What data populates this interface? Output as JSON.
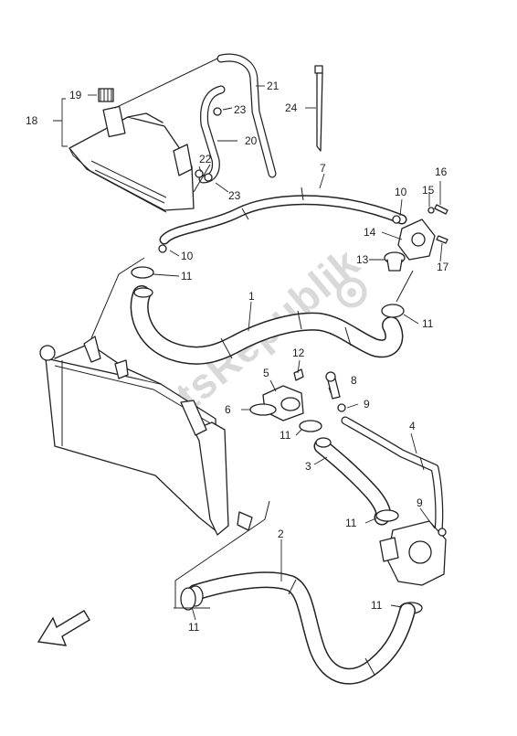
{
  "watermark": "PartsRepublik",
  "labels": {
    "l1": "1",
    "l2": "2",
    "l3": "3",
    "l4": "4",
    "l5": "5",
    "l6": "6",
    "l7": "7",
    "l8": "8",
    "l9a": "9",
    "l9b": "9",
    "l10a": "10",
    "l10b": "10",
    "l11a": "11",
    "l11b": "11",
    "l11c": "11",
    "l11d": "11",
    "l11e": "11",
    "l11f": "11",
    "l12": "12",
    "l13": "13",
    "l14": "14",
    "l15": "15",
    "l16": "16",
    "l17": "17",
    "l18": "18",
    "l19": "19",
    "l20": "20",
    "l21": "21",
    "l22": "22",
    "l23a": "23",
    "l23b": "23",
    "l24": "24"
  },
  "colors": {
    "line": "#222222",
    "watermark": "#d9d9d9"
  }
}
